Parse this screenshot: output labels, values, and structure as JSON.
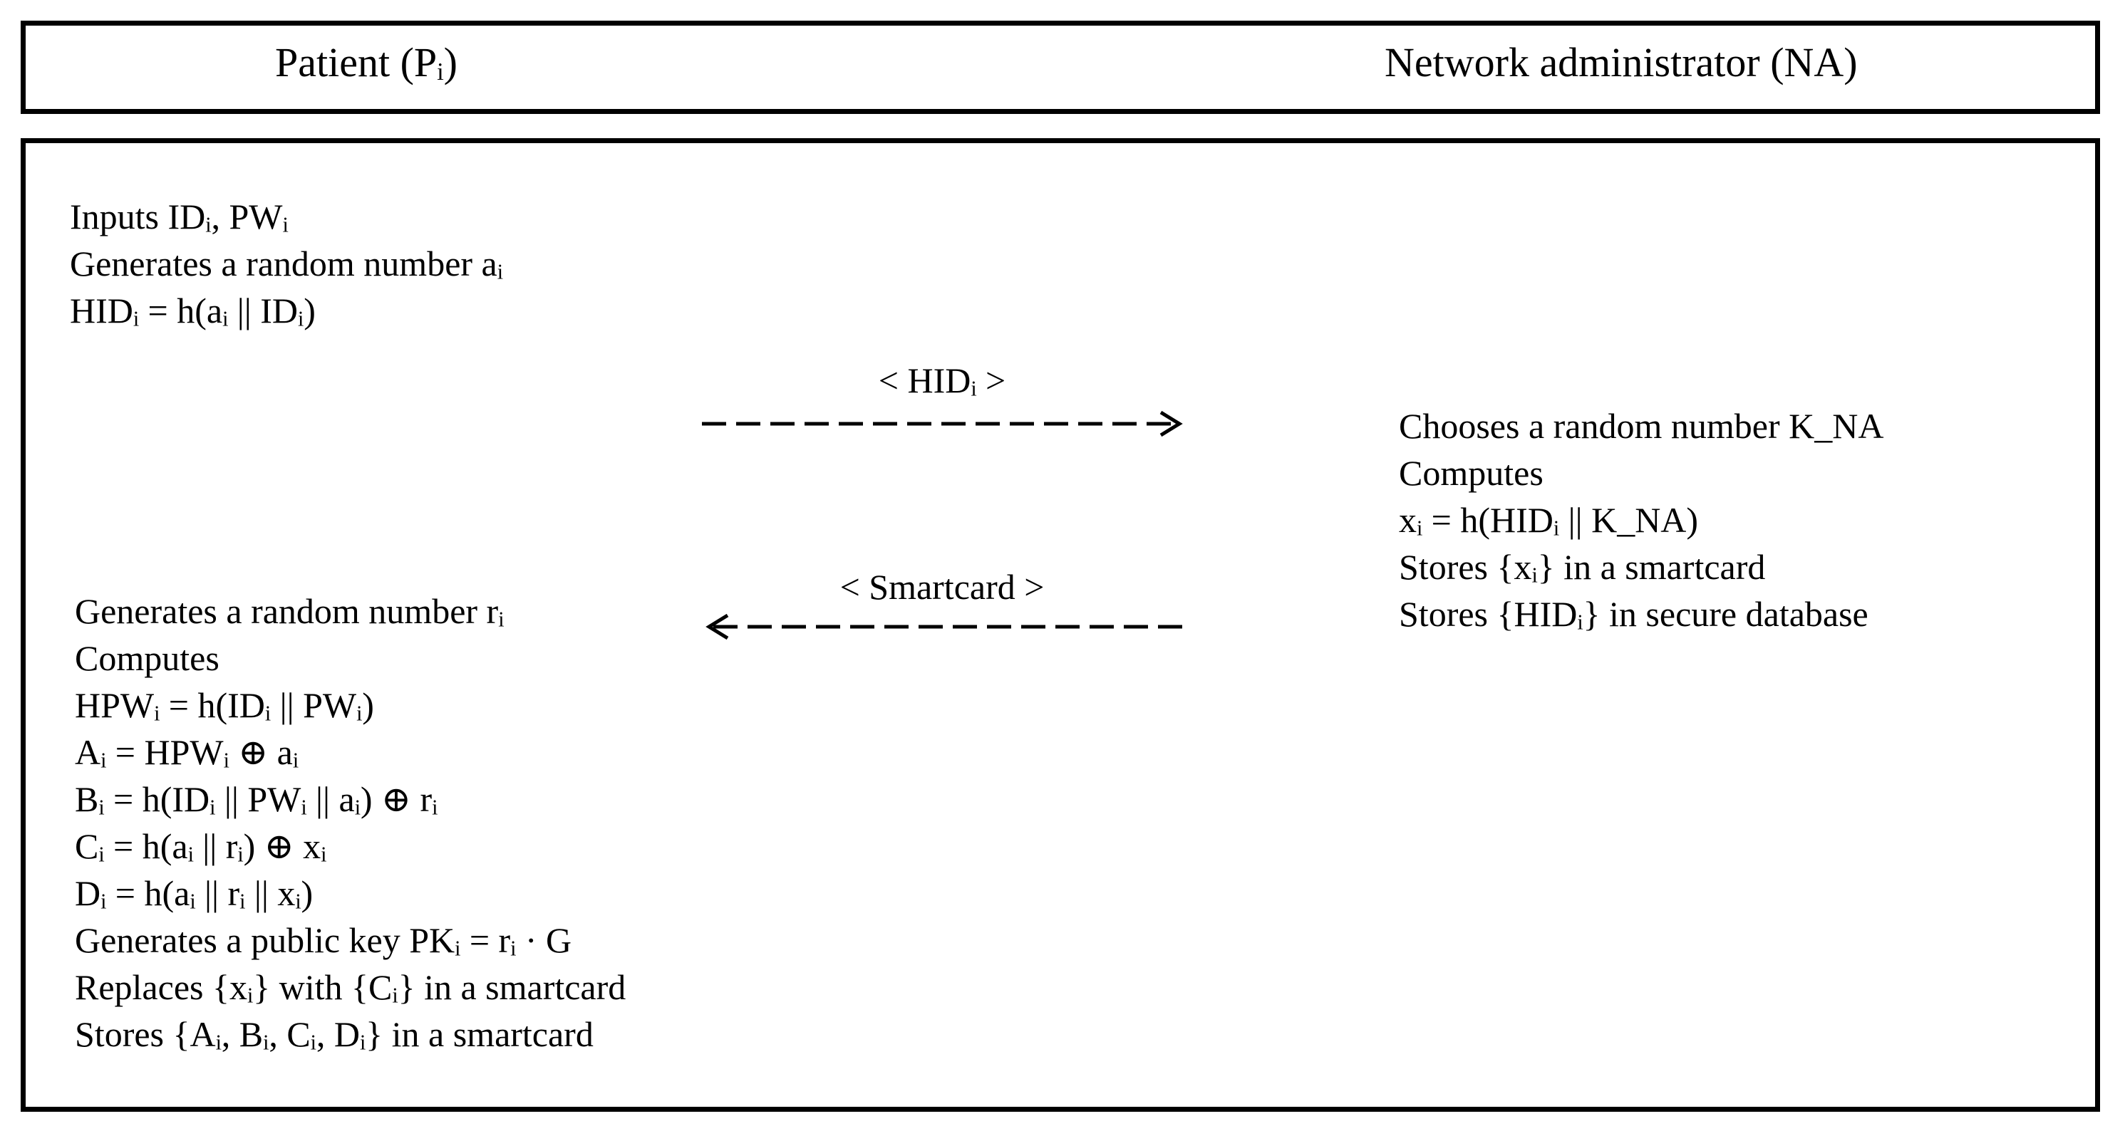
{
  "header": {
    "patient_label": "Patient (Pᵢ)",
    "na_label": "Network administrator (NA)"
  },
  "patient": {
    "step1": [
      "Inputs IDᵢ, PWᵢ",
      "Generates a random number aᵢ",
      "HIDᵢ = h(aᵢ || IDᵢ)"
    ],
    "step2": [
      "Generates a random number rᵢ",
      "Computes",
      "HPWᵢ = h(IDᵢ || PWᵢ)",
      "Aᵢ = HPWᵢ ⊕ aᵢ",
      "Bᵢ = h(IDᵢ || PWᵢ || aᵢ) ⊕ rᵢ",
      "Cᵢ = h(aᵢ || rᵢ) ⊕ xᵢ",
      "Dᵢ = h(aᵢ || rᵢ || xᵢ)",
      "Generates a public key PKᵢ = rᵢ · G",
      "Replaces {xᵢ} with {Cᵢ} in a smartcard",
      "Stores {Aᵢ, Bᵢ, Cᵢ, Dᵢ} in a smartcard"
    ]
  },
  "na": {
    "steps": [
      "Chooses a random number K_NA",
      "Computes",
      "xᵢ = h(HIDᵢ || K_NA)",
      "Stores {xᵢ} in a smartcard",
      "Stores {HIDᵢ} in secure database"
    ]
  },
  "messages": {
    "to_na": "< HIDᵢ >",
    "to_patient": "< Smartcard >"
  }
}
